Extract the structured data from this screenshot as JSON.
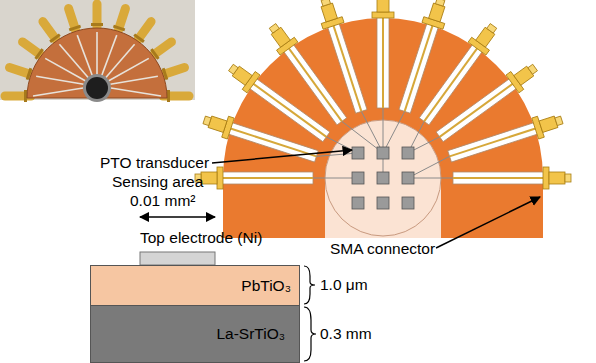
{
  "diagram": {
    "nodes": [
      {
        "text": [
          "PbTiO₃"
        ]
      },
      {
        "text": [
          "La-SrTiO₃"
        ]
      }
    ],
    "labels": [
      "PTO transducer",
      "Sensing area",
      "0.01 mm²",
      "Top electrode (Ni)",
      "1.0 μm",
      "0.3 mm",
      "SMA connector"
    ]
  }
}
